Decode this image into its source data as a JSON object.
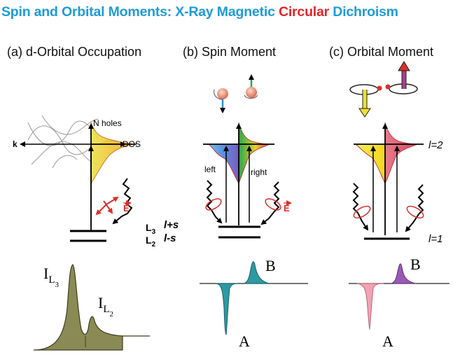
{
  "title": {
    "part1": "Spin and Orbital Moments: X-Ray Magnetic ",
    "part2": "Circular",
    "part3": " Dichroism"
  },
  "panels": {
    "a": {
      "heading": "(a) d-Orbital Occupation",
      "k_label": "k",
      "n_holes": "N holes",
      "dos": "DOS",
      "e_vec": "E",
      "l3_label": "L",
      "l3_sub": "3",
      "l3_rule": "l+s",
      "l2_label": "L",
      "l2_sub": "2",
      "l2_rule": "l-s",
      "i_l3_main": "I",
      "i_l3_sub1": "L",
      "i_l3_sub2": "3",
      "i_l2_main": "I",
      "i_l2_sub1": "L",
      "i_l2_sub2": "2"
    },
    "b": {
      "heading": "(b) Spin Moment",
      "left": "left",
      "right": "right",
      "e_vec": "E",
      "peak_a": "A",
      "peak_b": "B"
    },
    "c": {
      "heading": "(c) Orbital Moment",
      "l2": "l=2",
      "l1": "l=1",
      "peak_a": "A",
      "peak_b": "B"
    }
  },
  "colors": {
    "title_blue": "#1e9bd7",
    "title_red": "#e0262b",
    "olive": "#8a8a55",
    "teal": "#2b9aa3",
    "pink": "#f2a3b3",
    "purple": "#9b59b6",
    "arrow_red": "#d9302c"
  }
}
